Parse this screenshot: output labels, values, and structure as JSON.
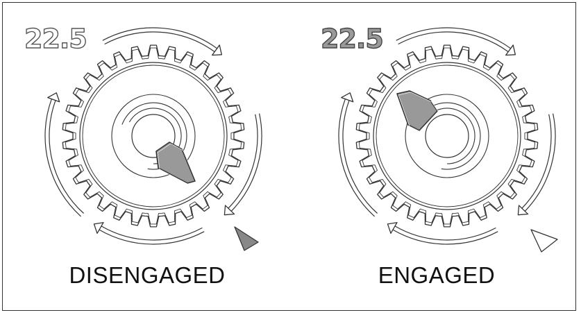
{
  "panels": [
    {
      "id": "disengaged",
      "label": "DISENGAGED",
      "badge": "22.5",
      "badge_style": "outline",
      "pointer_fill": "#888888",
      "lever": "lower-right"
    },
    {
      "id": "engaged",
      "label": "ENGAGED",
      "badge": "22.5",
      "badge_style": "filled",
      "pointer_fill": "#ffffff",
      "lever": "upper-left"
    }
  ],
  "colors": {
    "line": "#333333",
    "lever": "#999999"
  }
}
